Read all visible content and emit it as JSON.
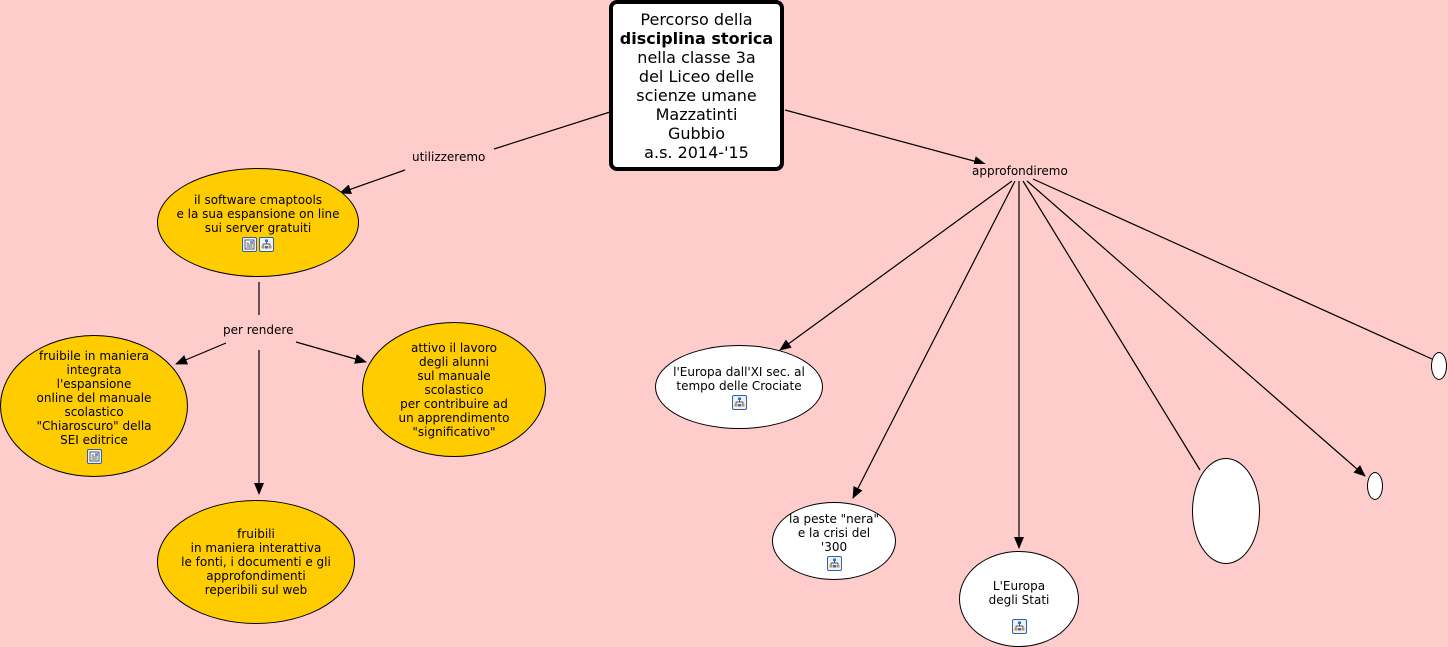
{
  "map": {
    "background_color": "#ffcccc",
    "root": {
      "line1": "Percorso della",
      "line2_bold": "disciplina storica",
      "rest": "nella classe 3a\ndel Liceo delle\nscienze umane\nMazzatinti\nGubbio\na.s. 2014-'15"
    },
    "links": {
      "utilizzeremo": "utilizzeremo",
      "approfondiremo": "approfondiremo",
      "per_rendere": "per rendere"
    },
    "concepts": {
      "software": {
        "text": "il  software cmaptools\ne la sua espansione on line\nsui server gratuiti",
        "icons": [
          "document-icon",
          "cmap-icon"
        ],
        "color": "#ffcc00"
      },
      "fruibile": {
        "text": "fruibile in maniera\nintegrata\nl'espansione\nonline del manuale\nscolastico\n\"Chiaroscuro\" della\nSEI editrice",
        "icons": [
          "document-icon"
        ],
        "color": "#ffcc00"
      },
      "attivo": {
        "text": "attivo il lavoro\ndegli alunni\nsul manuale\nscolastico\nper contribuire ad\nun apprendimento\n\"significativo\"",
        "icons": [],
        "color": "#ffcc00"
      },
      "fruibili": {
        "text": "fruibili\nin maniera interattiva\nle fonti, i documenti e gli\napprofondimenti\nreperibili sul web",
        "icons": [],
        "color": "#ffcc00"
      },
      "europa_xi": {
        "text": "l'Europa dall'XI sec. al\ntempo delle Crociate",
        "icons": [
          "cmap-icon"
        ],
        "color": "#ffffff"
      },
      "peste": {
        "text": "la peste \"nera\"\ne la crisi del\n'300",
        "icons": [
          "cmap-icon"
        ],
        "color": "#ffffff"
      },
      "stati": {
        "text": "L'Europa\ndegli Stati",
        "icons": [
          "cmap-icon"
        ],
        "color": "#ffffff"
      },
      "empty_large": {
        "text": "",
        "icons": [],
        "color": "#ffffff"
      },
      "empty_small_1": {
        "text": "",
        "icons": [],
        "color": "#ffffff"
      },
      "empty_small_2": {
        "text": "",
        "icons": [],
        "color": "#ffffff"
      }
    }
  }
}
